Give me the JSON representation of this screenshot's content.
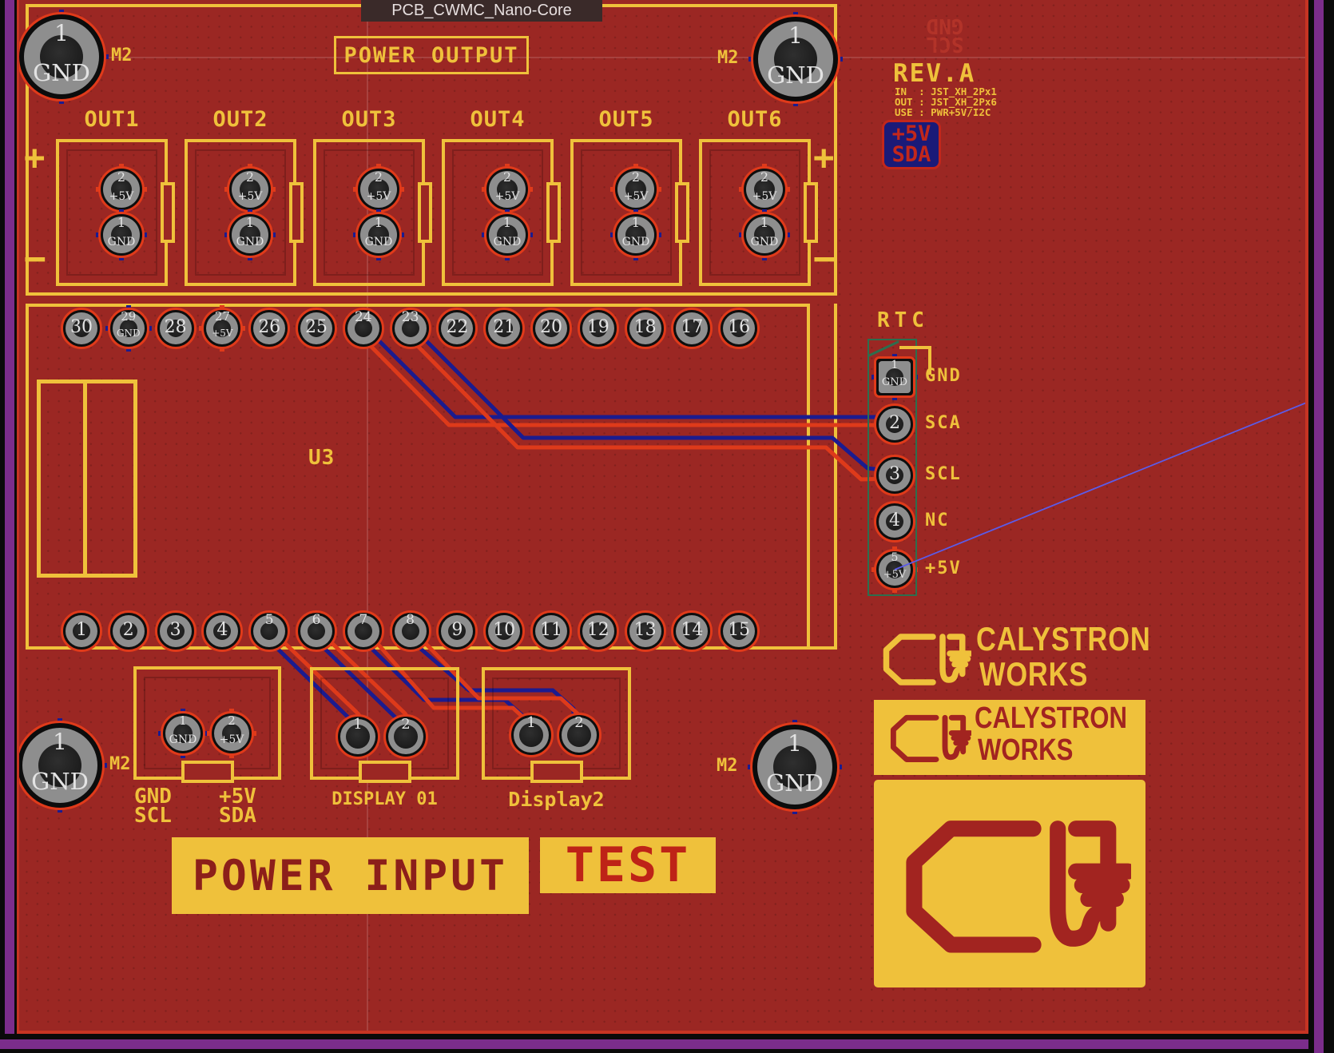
{
  "window": {
    "tab_title": "PCB_CWMC_Nano-Core"
  },
  "silkscreen": {
    "power_output_title": "POWER OUTPUT",
    "power_input_banner": "POWER INPUT",
    "test_banner": "TEST",
    "u3_ref": "U3",
    "rtc_title": "RTC",
    "plus": "+",
    "minus": "−",
    "mount_ref": "M2"
  },
  "rev_block": {
    "rev": "REV.A",
    "lines": [
      "IN  : JST_XH_2Px1",
      "OUT : JST_XH_2Px6",
      "USE : PWR+5V/I2C"
    ]
  },
  "badge": {
    "line1": "+5V",
    "line2": "SDA"
  },
  "mirrored_text": {
    "line1": "GND",
    "line2": "SCL"
  },
  "mount_hole": {
    "num": "1",
    "net": "GND"
  },
  "power_outputs": [
    {
      "label": "OUT1",
      "pins": [
        {
          "num": "2",
          "name": "+5V"
        },
        {
          "num": "1",
          "name": "GND"
        }
      ]
    },
    {
      "label": "OUT2",
      "pins": [
        {
          "num": "2",
          "name": "+5V"
        },
        {
          "num": "1",
          "name": "GND"
        }
      ]
    },
    {
      "label": "OUT3",
      "pins": [
        {
          "num": "2",
          "name": "+5V"
        },
        {
          "num": "1",
          "name": "GND"
        }
      ]
    },
    {
      "label": "OUT4",
      "pins": [
        {
          "num": "2",
          "name": "+5V"
        },
        {
          "num": "1",
          "name": "GND"
        }
      ]
    },
    {
      "label": "OUT5",
      "pins": [
        {
          "num": "2",
          "name": "+5V"
        },
        {
          "num": "1",
          "name": "GND"
        }
      ]
    },
    {
      "label": "OUT6",
      "pins": [
        {
          "num": "2",
          "name": "+5V"
        },
        {
          "num": "1",
          "name": "GND"
        }
      ]
    }
  ],
  "u3": {
    "top_pins": [
      {
        "num": "30"
      },
      {
        "num": "29",
        "sub": "GND"
      },
      {
        "num": "28"
      },
      {
        "num": "27",
        "sub": "+5V"
      },
      {
        "num": "26"
      },
      {
        "num": "25"
      },
      {
        "num": "24",
        "v": "top"
      },
      {
        "num": "23",
        "v": "top"
      },
      {
        "num": "22"
      },
      {
        "num": "21"
      },
      {
        "num": "20"
      },
      {
        "num": "19"
      },
      {
        "num": "18"
      },
      {
        "num": "17"
      },
      {
        "num": "16"
      }
    ],
    "bottom_pins": [
      {
        "num": "1"
      },
      {
        "num": "2"
      },
      {
        "num": "3"
      },
      {
        "num": "4"
      },
      {
        "num": "5",
        "v": "top"
      },
      {
        "num": "6",
        "v": "top"
      },
      {
        "num": "7",
        "v": "top"
      },
      {
        "num": "8",
        "v": "top"
      },
      {
        "num": "9"
      },
      {
        "num": "10"
      },
      {
        "num": "11"
      },
      {
        "num": "12"
      },
      {
        "num": "13"
      },
      {
        "num": "14"
      },
      {
        "num": "15"
      }
    ]
  },
  "rtc": {
    "pins": [
      {
        "num": "1",
        "sub": "GND",
        "label": "GND",
        "square": true
      },
      {
        "num": "2",
        "label": "SCA"
      },
      {
        "num": "3",
        "label": "SCL"
      },
      {
        "num": "4",
        "label": "NC"
      },
      {
        "num": "5",
        "sub": "+5V",
        "label": "+5V"
      }
    ]
  },
  "bottom_connectors": {
    "i2c": {
      "pins": [
        {
          "num": "1",
          "sub": "GND"
        },
        {
          "num": "2",
          "sub": "+5V"
        }
      ],
      "label_col1": [
        "GND",
        "SCL"
      ],
      "label_col2": [
        "+5V",
        "SDA"
      ]
    },
    "display1": {
      "label": "DISPLAY 01",
      "pins": [
        {
          "num": "1"
        },
        {
          "num": "2"
        }
      ]
    },
    "display2": {
      "label": "Display2",
      "pins": [
        {
          "num": "1"
        },
        {
          "num": "2"
        }
      ]
    }
  },
  "brand": {
    "line1": "CALYSTRON",
    "line2": "WORKS"
  },
  "colors": {
    "board": "#9B2723",
    "silk": "#EFC13B",
    "pad_ring": "#E03A1A",
    "trace_red": "#DE3A1A",
    "trace_blue": "#1B1B8F",
    "ratsnest": "#5B5BE8",
    "edge_purple": "#7B2D8B",
    "badge_bg": "#1A1A78",
    "badge_red": "#C2271B"
  }
}
